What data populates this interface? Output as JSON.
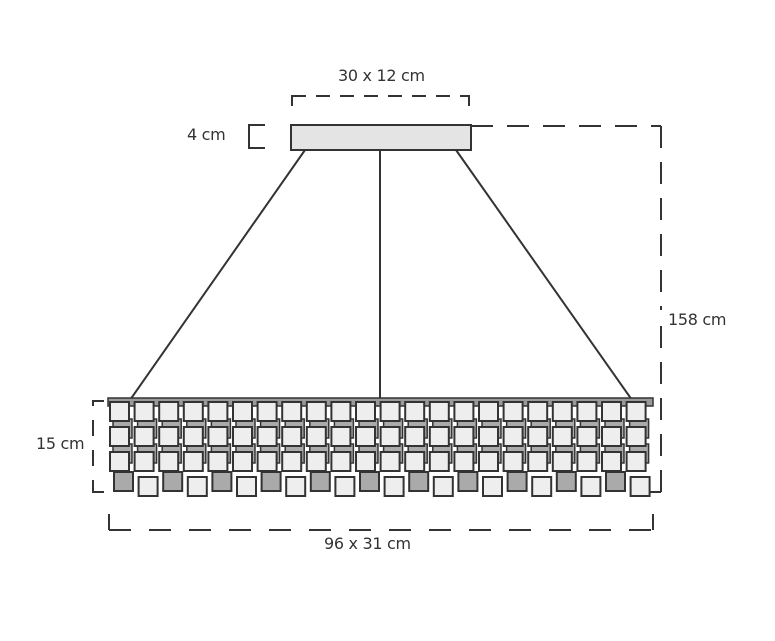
{
  "diagram": {
    "subject": "chandelier",
    "colors": {
      "line": "#333333",
      "canopy_fill": "#e4e4e4",
      "crystal_light": "#eeeeee",
      "crystal_dark": "#aaaaaa",
      "frame": "#9a9a9a",
      "background": "#ffffff"
    },
    "dimensions": {
      "canopy_size": "30 x 12 cm",
      "canopy_height": "4 cm",
      "total_height": "158 cm",
      "body_height": "15 cm",
      "body_size": "96 x 31 cm"
    },
    "crystal_columns": 22,
    "crystal_rows": 3,
    "wires": 3
  }
}
